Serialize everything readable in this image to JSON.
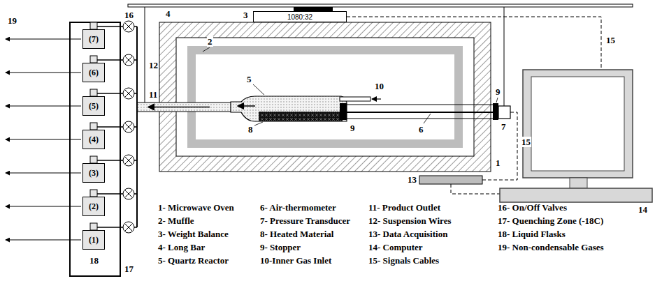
{
  "diagram": {
    "nodes": [
      {
        "text": [
          "1080:32"
        ]
      },
      {
        "text": [
          "(7)"
        ]
      },
      {
        "text": [
          "(6)"
        ]
      },
      {
        "text": [
          "(5)"
        ]
      },
      {
        "text": [
          "(4)"
        ]
      },
      {
        "text": [
          "(3)"
        ]
      },
      {
        "text": [
          "(2)"
        ]
      },
      {
        "text": [
          "(1)"
        ]
      }
    ],
    "labels": [
      "19",
      "16",
      "4",
      "3",
      "12",
      "2",
      "5",
      "10",
      "9",
      "11",
      "8",
      "6",
      "7",
      "9",
      "1",
      "15",
      "15",
      "13",
      "14",
      "17",
      "18",
      "1- Microwave Oven",
      "2- Muffle",
      "3- Weight Balance",
      "4- Long Bar",
      "5- Quartz Reactor",
      "6- Air-thermometer",
      "7- Pressure Transducer",
      "8- Heated Material",
      "9- Stopper",
      "10-Inner Gas Inlet",
      "11- Product Outlet",
      "12- Suspension Wires",
      "13- Data Acquisition",
      "14- Computer",
      "15- Signals Cables",
      "16- On/Off Valves",
      "17- Quenching Zone (-18C)",
      "18- Liquid Flasks",
      "19- Non-condensable Gases"
    ]
  }
}
